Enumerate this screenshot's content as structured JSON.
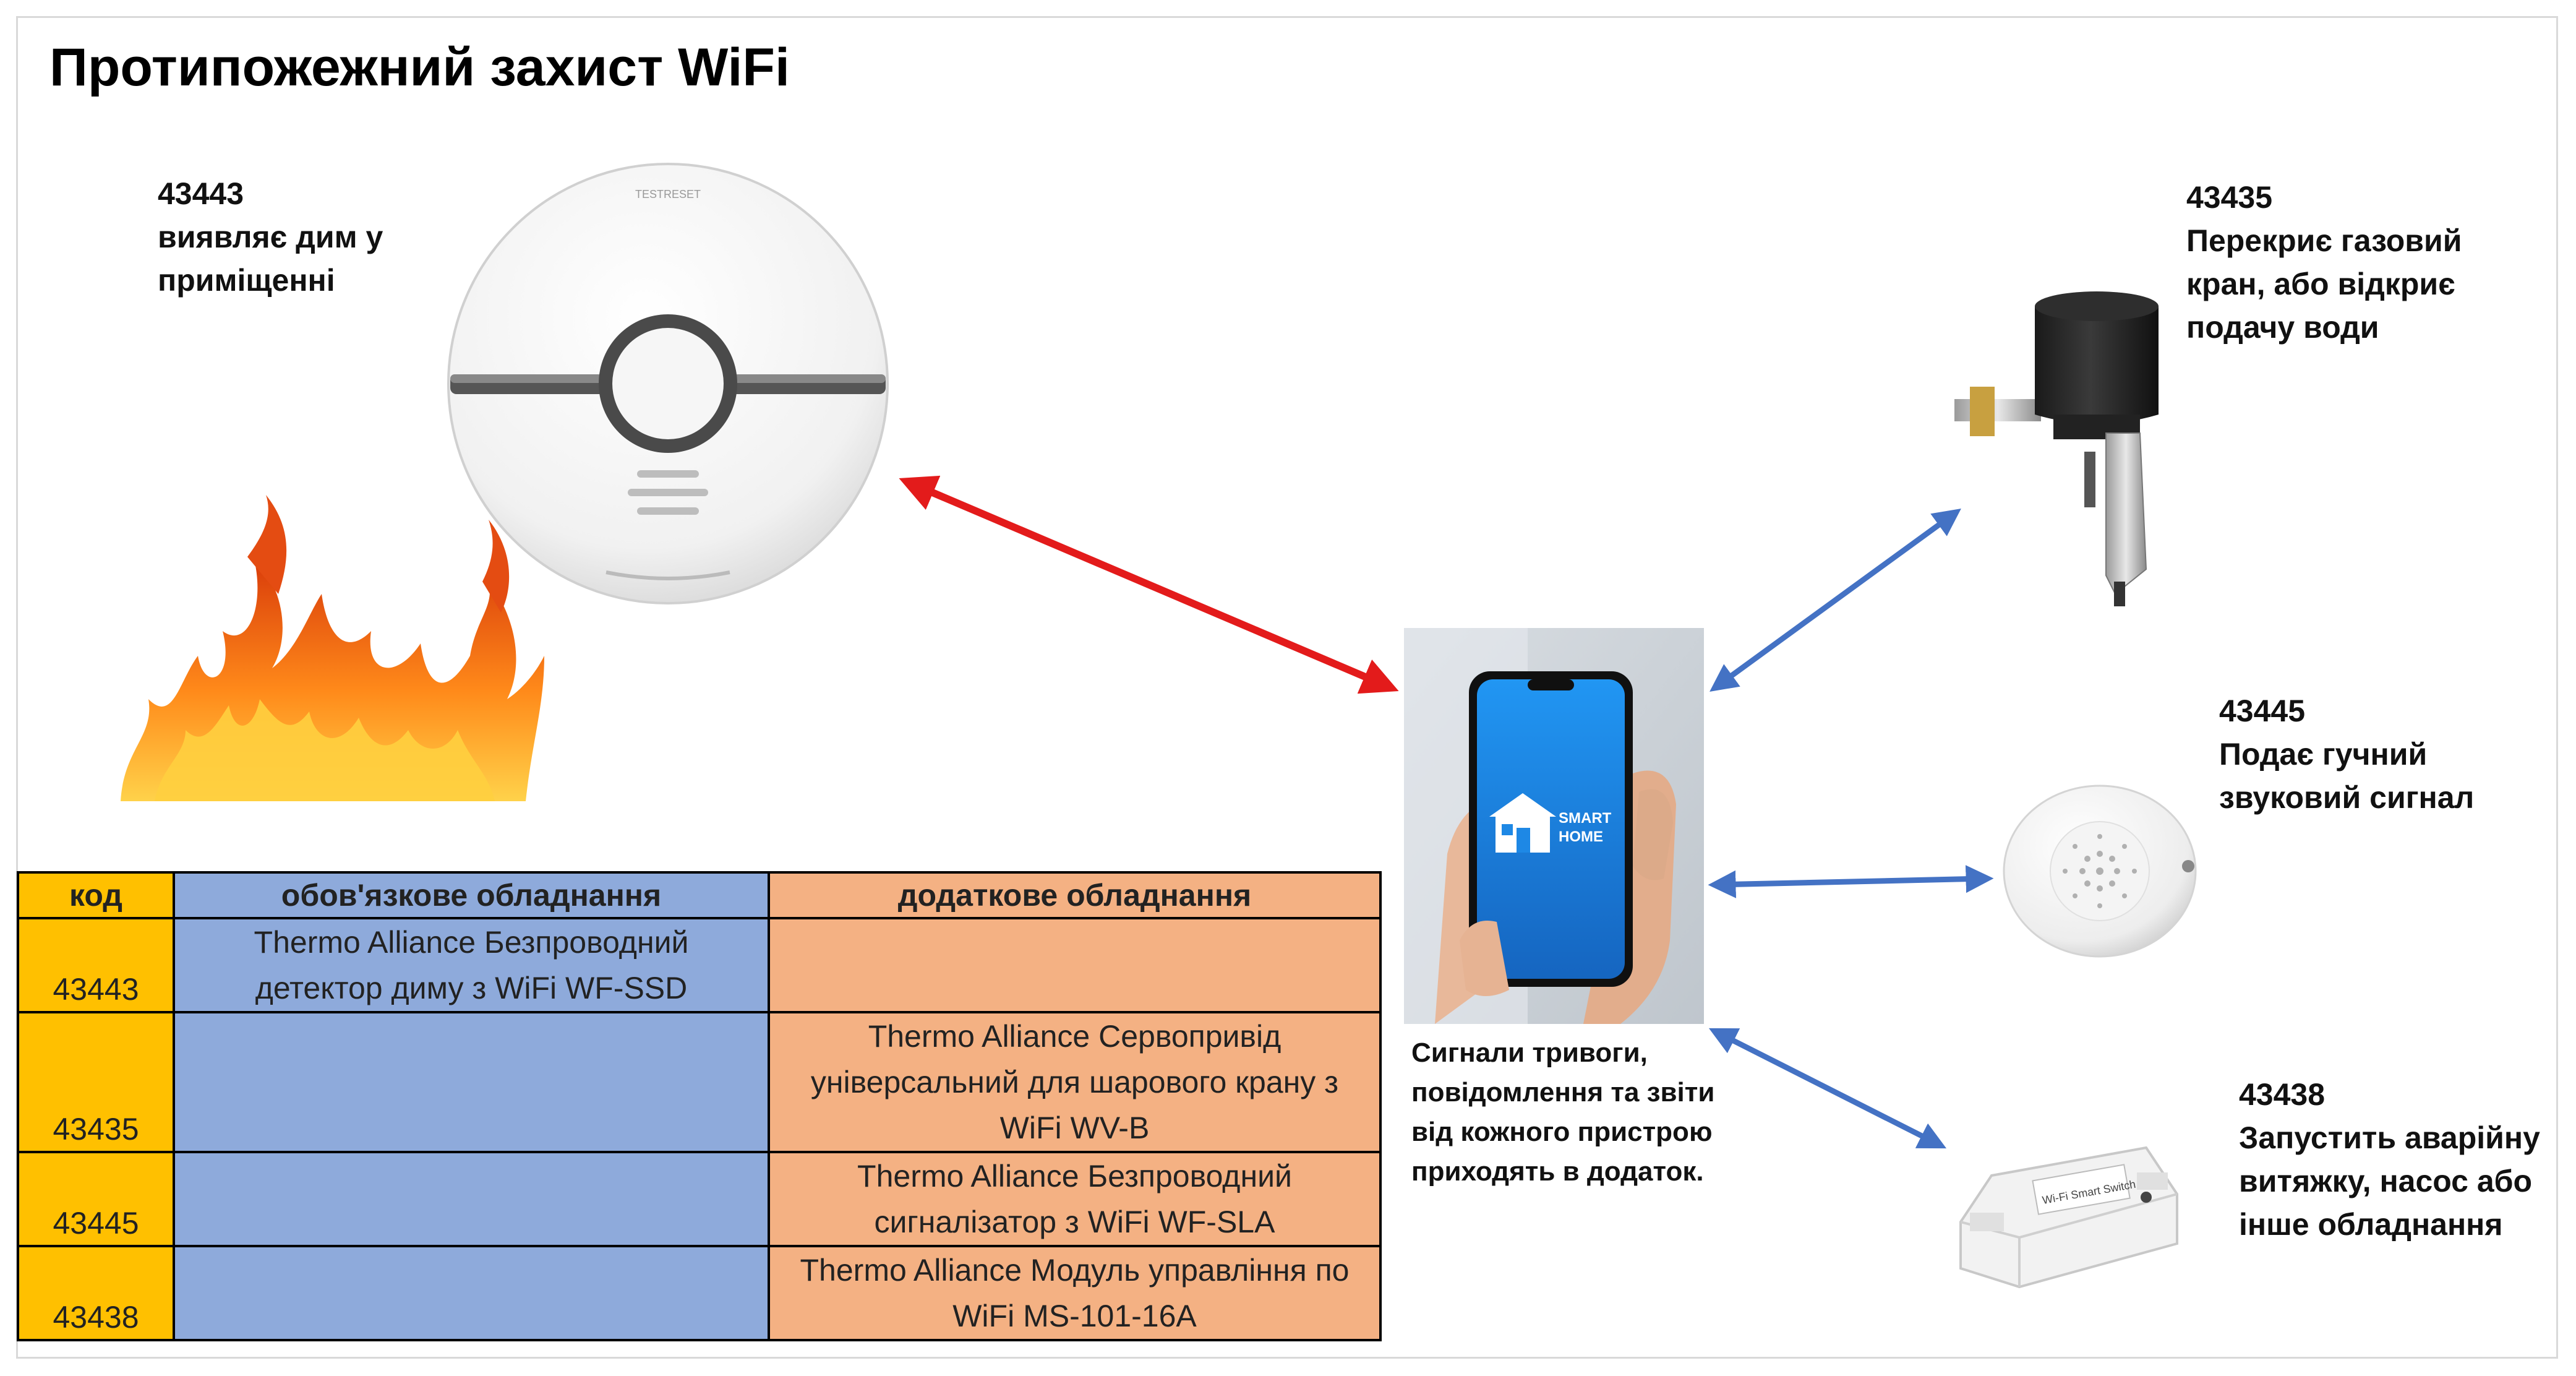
{
  "title": "Протипожежний захист WiFi",
  "devices": {
    "smoke": {
      "code": "43443",
      "lines": [
        "виявляє дим у",
        "приміщенні"
      ]
    },
    "valve": {
      "code": "43435",
      "lines": [
        "Перекриє газовий",
        "кран, або відкриє",
        "подачу води"
      ]
    },
    "siren": {
      "code": "43445",
      "lines": [
        "Подає гучний",
        "звуковий сигнал"
      ]
    },
    "switch": {
      "code": "43438",
      "lines": [
        "Запустить аварійну",
        "витяжку, насос або",
        "інше обладнання"
      ]
    }
  },
  "phone": {
    "app_label": [
      "SMART",
      "HOME"
    ],
    "caption": [
      "Сигнали тривоги,",
      "повідомлення та звіти",
      "від кожного пристрою",
      "приходять в додаток."
    ]
  },
  "switch_device_text": "Wi-Fi Smart Switch",
  "table": {
    "headers": [
      "код",
      "обов'язкове обладнання",
      "додаткове обладнання"
    ],
    "rows": [
      {
        "code": "43443",
        "required": [
          "Thermo Alliance Безпроводний",
          "детектор диму з WiFi WF-SSD"
        ],
        "optional": []
      },
      {
        "code": "43435",
        "required": [],
        "optional": [
          "Thermo Alliance Сервопривід",
          "універсальний для шарового крану з",
          "WiFi WV-B"
        ]
      },
      {
        "code": "43445",
        "required": [],
        "optional": [
          "Thermo Alliance Безпроводний",
          "сигналізатор з WiFi WF-SLA"
        ]
      },
      {
        "code": "43438",
        "required": [],
        "optional": [
          "Thermo Alliance Модуль управління по",
          "WiFi MS-101-16A"
        ]
      }
    ]
  },
  "colors": {
    "code_col": "#ffc000",
    "required_col": "#8eaadb",
    "optional_col": "#f4b183",
    "red_arrow": "#e31b1b",
    "blue_arrow": "#4472c4",
    "app_screen": "#1e88e5"
  },
  "icons": [
    "smoke-detector-image",
    "fire-image",
    "gas-valve-image",
    "siren-image",
    "smart-switch-image",
    "smartphone-image",
    "home-icon"
  ]
}
